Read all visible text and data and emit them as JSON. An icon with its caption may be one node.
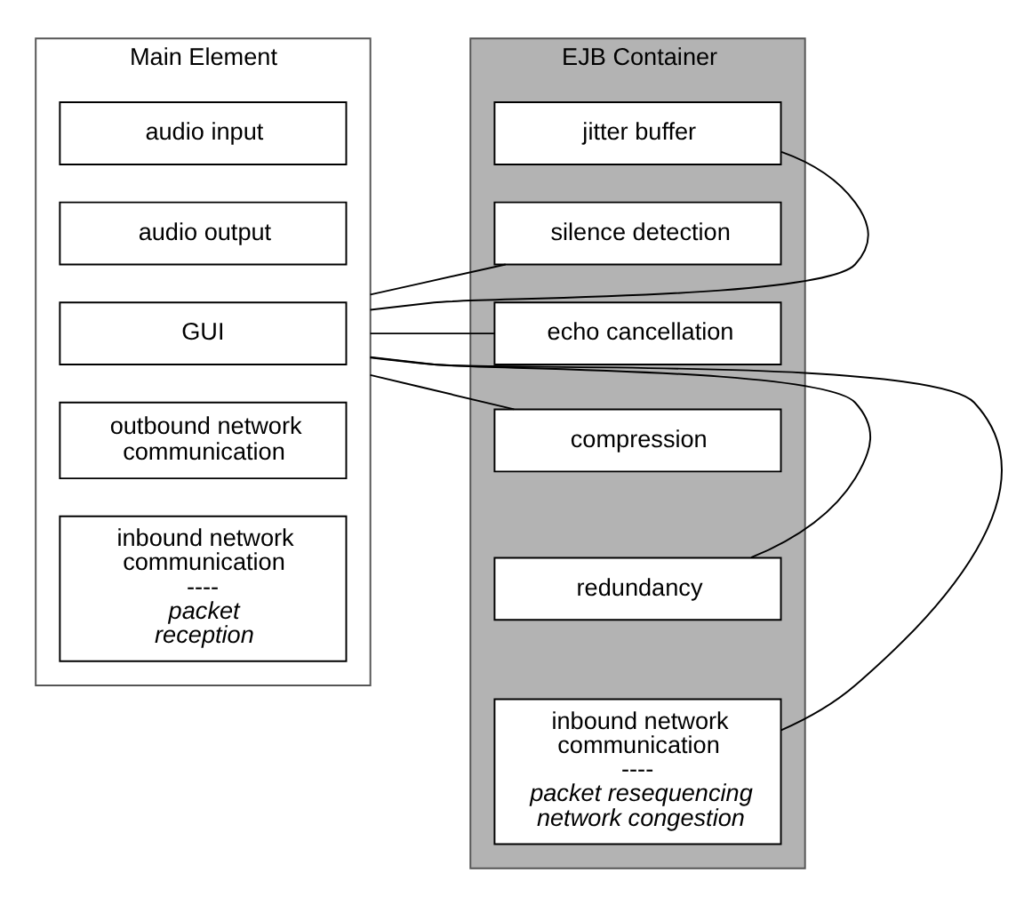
{
  "diagram": {
    "nodes": [
      {
        "text": [
          "Main Element"
        ]
      },
      {
        "text": [
          "audio input"
        ],
        "in": 0
      },
      {
        "text": [
          "audio output"
        ],
        "in": 0
      },
      {
        "text": [
          "GUI"
        ],
        "in": 0
      },
      {
        "text": [
          "outbound network communication"
        ],
        "in": 0
      },
      {
        "text": [
          "inbound network communication",
          "----",
          "packet reception"
        ],
        "in": 0
      },
      {
        "text": [
          "EJB Container"
        ]
      },
      {
        "text": [
          "jitter buffer"
        ],
        "in": 6
      },
      {
        "text": [
          "silence detection"
        ],
        "in": 6
      },
      {
        "text": [
          "echo cancellation"
        ],
        "in": 6
      },
      {
        "text": [
          "compression"
        ],
        "in": 6
      },
      {
        "text": [
          "redundancy"
        ],
        "in": 6
      },
      {
        "text": [
          "inbound network communication",
          "----",
          "packet resequencing network congestion"
        ],
        "in": 6
      }
    ],
    "edges": [
      {
        "from": 0,
        "to": 7,
        "arrow": "none"
      },
      {
        "from": 0,
        "to": 8,
        "arrow": "none"
      },
      {
        "from": 0,
        "to": 9,
        "arrow": "none"
      },
      {
        "from": 0,
        "to": 10,
        "arrow": "none"
      },
      {
        "from": 0,
        "to": 11,
        "arrow": "none"
      },
      {
        "from": 0,
        "to": 12,
        "arrow": "none"
      }
    ]
  }
}
